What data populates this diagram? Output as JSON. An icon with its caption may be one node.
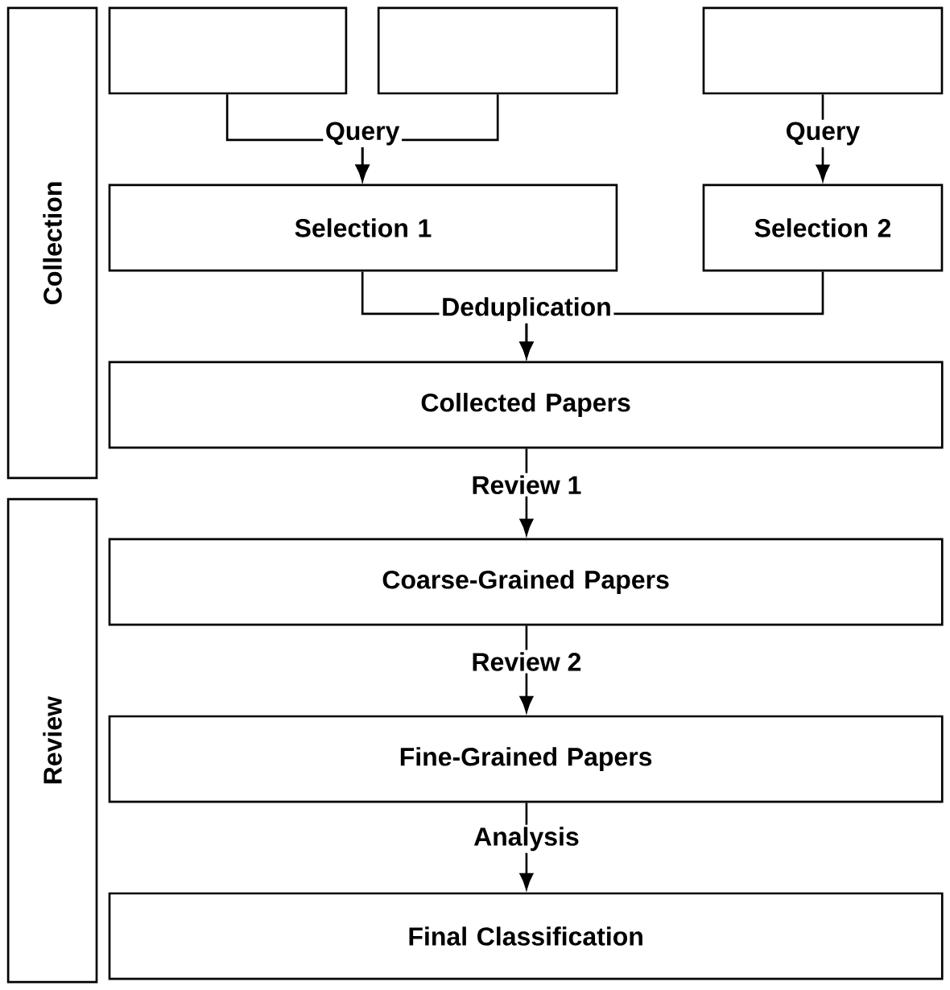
{
  "diagram": {
    "nodes": [
      {
        "text": [
          "Collection"
        ]
      },
      {
        "text": [
          "Review"
        ]
      },
      {
        "text": [],
        "shape": "box"
      },
      {
        "text": [],
        "shape": "box"
      },
      {
        "text": [],
        "shape": "box"
      },
      {
        "text": [
          "Selection 1"
        ]
      },
      {
        "text": [
          "Selection 2"
        ]
      },
      {
        "text": [
          "Collected Papers"
        ]
      },
      {
        "text": [
          "Coarse-Grained Papers"
        ]
      },
      {
        "text": [
          "Fine-Grained Papers"
        ]
      },
      {
        "text": [
          "Final Classification"
        ]
      }
    ],
    "edges": [
      {
        "from": 2,
        "to": 5,
        "arrow": "to",
        "label": "Query"
      },
      {
        "from": 3,
        "to": 5,
        "arrow": "to"
      },
      {
        "from": 4,
        "to": 6,
        "arrow": "to",
        "label": "Query"
      },
      {
        "from": 5,
        "to": 7,
        "arrow": "to",
        "label": "Deduplication"
      },
      {
        "from": 6,
        "to": 7,
        "arrow": "to"
      },
      {
        "from": 7,
        "to": 8,
        "arrow": "to",
        "label": "Review 1"
      },
      {
        "from": 8,
        "to": 9,
        "arrow": "to",
        "label": "Review 2"
      },
      {
        "from": 9,
        "to": 10,
        "arrow": "to",
        "label": "Analysis"
      }
    ]
  }
}
